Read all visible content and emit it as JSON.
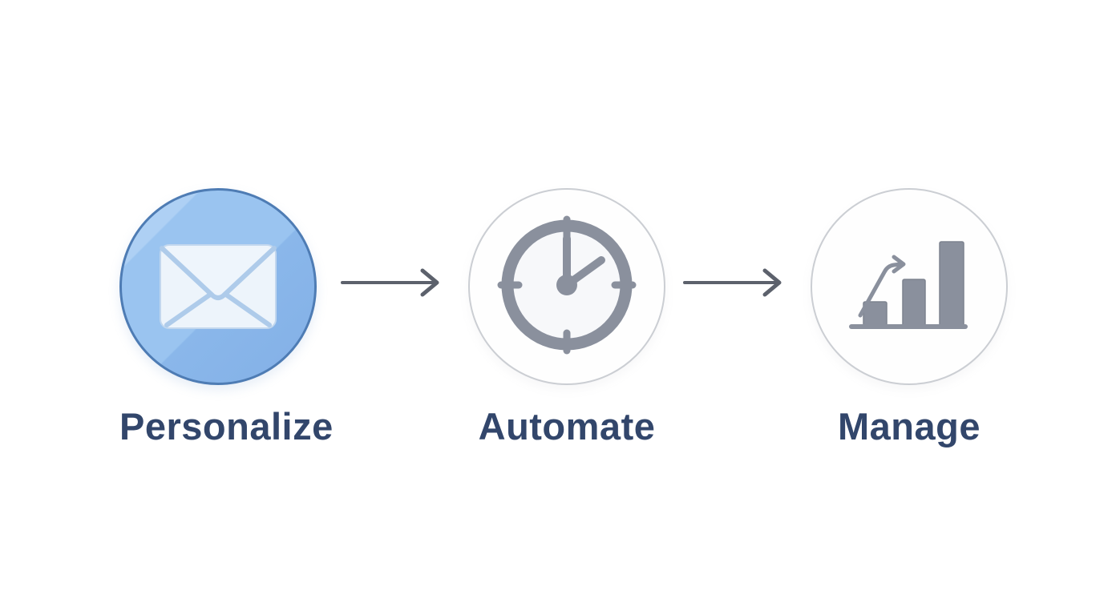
{
  "diagram": {
    "steps": [
      {
        "label": "Personalize",
        "icon": "envelope-icon"
      },
      {
        "label": "Automate",
        "icon": "clock-icon"
      },
      {
        "label": "Manage",
        "icon": "bar-chart-icon"
      }
    ],
    "connectors": [
      {
        "name": "flow-arrow-1",
        "direction": "right"
      },
      {
        "name": "flow-arrow-2",
        "direction": "right"
      }
    ]
  },
  "colors": {
    "background": "#ffffff",
    "label-color": "#32466b",
    "circle-blue-fill": "#8ab7ea",
    "circle-blue-mid": "#9ac4f0",
    "circle-blue-light": "#aed0f4",
    "circle-blue-dark": "#83b0e7",
    "circle-blue-border": "#4e7cb4",
    "circle-gray-border": "#cbced3",
    "circle-plain-fill": "#fefefe",
    "icon-gray": "#8a909d",
    "envelope-fill": "#edf4fb",
    "envelope-line": "#aecbea",
    "envelope-border": "#c2d7ee",
    "arrow-color": "#5c616c"
  }
}
